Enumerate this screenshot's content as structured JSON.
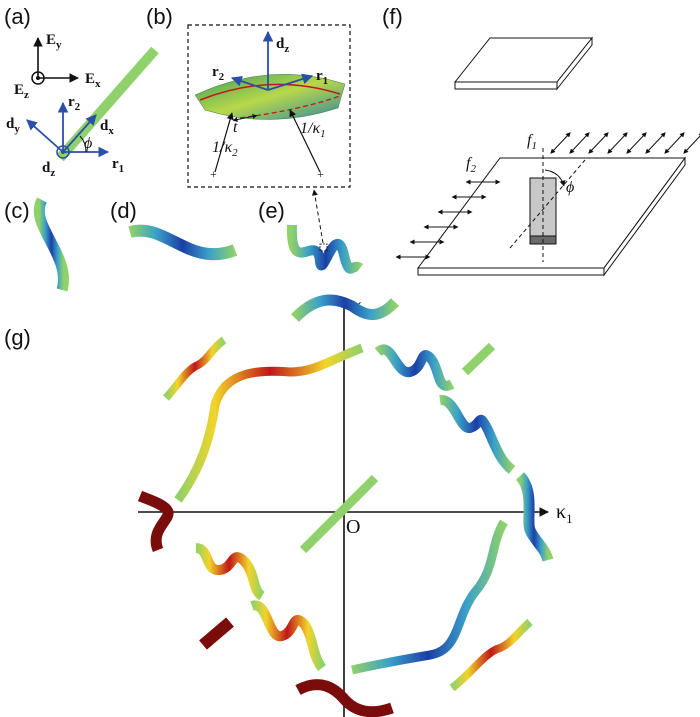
{
  "panel_labels": {
    "a": "(a)",
    "b": "(b)",
    "c": "(c)",
    "d": "(d)",
    "e": "(e)",
    "f": "(f)",
    "g": "(g)"
  },
  "panel_a": {
    "Ey": "E",
    "Ey_sub": "y",
    "Ez": "E",
    "Ez_sub": "z",
    "Ex": "E",
    "Ex_sub": "x",
    "r2": "r",
    "r2_sub": "2",
    "dy": "d",
    "dy_sub": "y",
    "dx": "d",
    "dx_sub": "x",
    "dz": "d",
    "dz_sub": "z",
    "r1": "r",
    "r1_sub": "1",
    "phi": "ϕ"
  },
  "panel_b": {
    "dz": "d",
    "dz_sub": "z",
    "r2": "r",
    "r2_sub": "2",
    "r1": "r",
    "r1_sub": "1",
    "t": "t",
    "inv_k2": "1/κ",
    "inv_k2_sub": "2",
    "inv_k1": "1/κ",
    "inv_k1_sub": "1"
  },
  "panel_f": {
    "f1": "f",
    "f1_sub": "1",
    "f2": "f",
    "f2_sub": "2",
    "phi": "ϕ"
  },
  "panel_g": {
    "origin": "O",
    "k1": "κ",
    "k1_sub": "1",
    "k2": "κ",
    "k2_sub": "2"
  },
  "colors": {
    "strip_green": "#8fd16a",
    "ribbon_blue": "#1c3fa6",
    "ribbon_red": "#c01818",
    "ribbon_darkred": "#7a0c0c",
    "surface_yellow": "#d8e54a",
    "arrow_blue": "#2a4fa8"
  }
}
